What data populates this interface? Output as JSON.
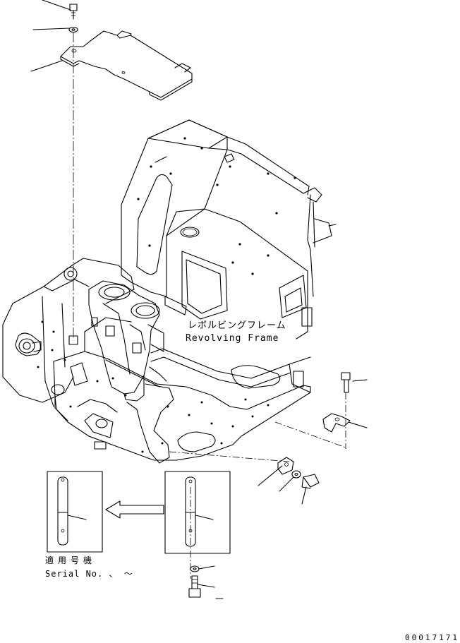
{
  "part_name": {
    "japanese": "レボルビングフレーム",
    "english": "Revolving Frame"
  },
  "serial_note": {
    "japanese": "適用号機",
    "english": "Serial No.  、 ～"
  },
  "drawing_number": "00017171",
  "callouts": [
    "bolt-top",
    "washer-top",
    "cover-plate",
    "bolt-right",
    "bracket-right",
    "bracket-lower",
    "washer-lower",
    "bolt-lower",
    "strip-detail-left",
    "strip-detail-right",
    "washer-bottom",
    "bolt-bottom"
  ]
}
